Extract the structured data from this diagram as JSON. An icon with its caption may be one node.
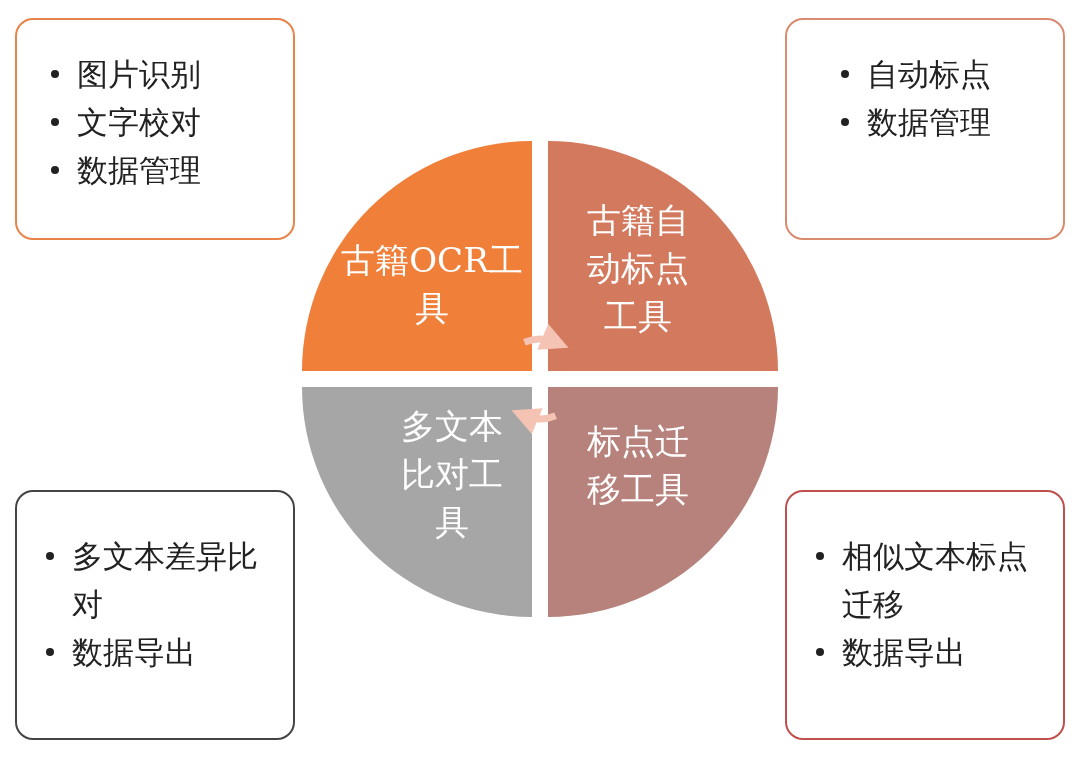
{
  "diagram": {
    "nodes": [
      {
        "text": [
          "图片识别",
          "文字校对",
          "数据管理"
        ]
      },
      {
        "text": [
          "自动标点",
          "数据管理"
        ]
      },
      {
        "text": [
          "古籍OCR工具"
        ]
      },
      {
        "text": [
          "古籍自动标点工具"
        ]
      },
      {
        "text": [
          "多文本比对工具"
        ]
      },
      {
        "text": [
          "标点迁移工具"
        ]
      },
      {
        "text": [
          "多文本差异比对",
          "数据导出"
        ]
      },
      {
        "text": [
          "相似文本标点迁移",
          "数据导出"
        ]
      }
    ],
    "edges": [
      {
        "from": 2,
        "to": 3,
        "arrow": "to"
      },
      {
        "from": 5,
        "to": 4,
        "arrow": "to"
      }
    ]
  }
}
